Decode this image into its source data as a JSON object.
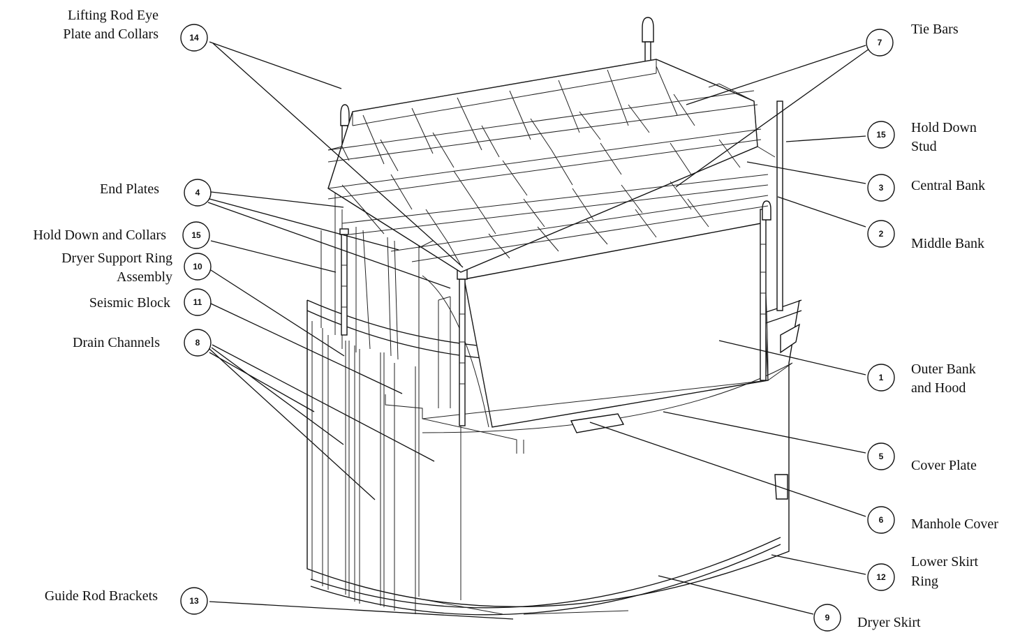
{
  "labels": {
    "lifting_rod_1": "Lifting Rod Eye",
    "lifting_rod_2": "Plate and Collars",
    "end_plates": "End Plates",
    "hold_down_collars": "Hold Down and Collars",
    "dryer_support_1": "Dryer Support Ring",
    "dryer_support_2": "Assembly",
    "seismic_block": "Seismic Block",
    "drain_channels": "Drain Channels",
    "guide_rod_brackets": "Guide Rod Brackets",
    "tie_bars": "Tie Bars",
    "hold_down_stud_1": "Hold Down",
    "hold_down_stud_2": "Stud",
    "central_bank": "Central Bank",
    "middle_bank": "Middle Bank",
    "outer_bank_1": "Outer Bank",
    "outer_bank_2": "and Hood",
    "cover_plate": "Cover Plate",
    "manhole_cover": "Manhole Cover",
    "lower_skirt_1": "Lower Skirt",
    "lower_skirt_2": "Ring",
    "dryer_skirt": "Dryer Skirt"
  },
  "callouts": {
    "c14": "14",
    "c4": "4",
    "c15a": "15",
    "c10": "10",
    "c11": "11",
    "c8": "8",
    "c13": "13",
    "c7": "7",
    "c15b": "15",
    "c3": "3",
    "c2": "2",
    "c1": "1",
    "c5": "5",
    "c6": "6",
    "c12": "12",
    "c9": "9"
  }
}
